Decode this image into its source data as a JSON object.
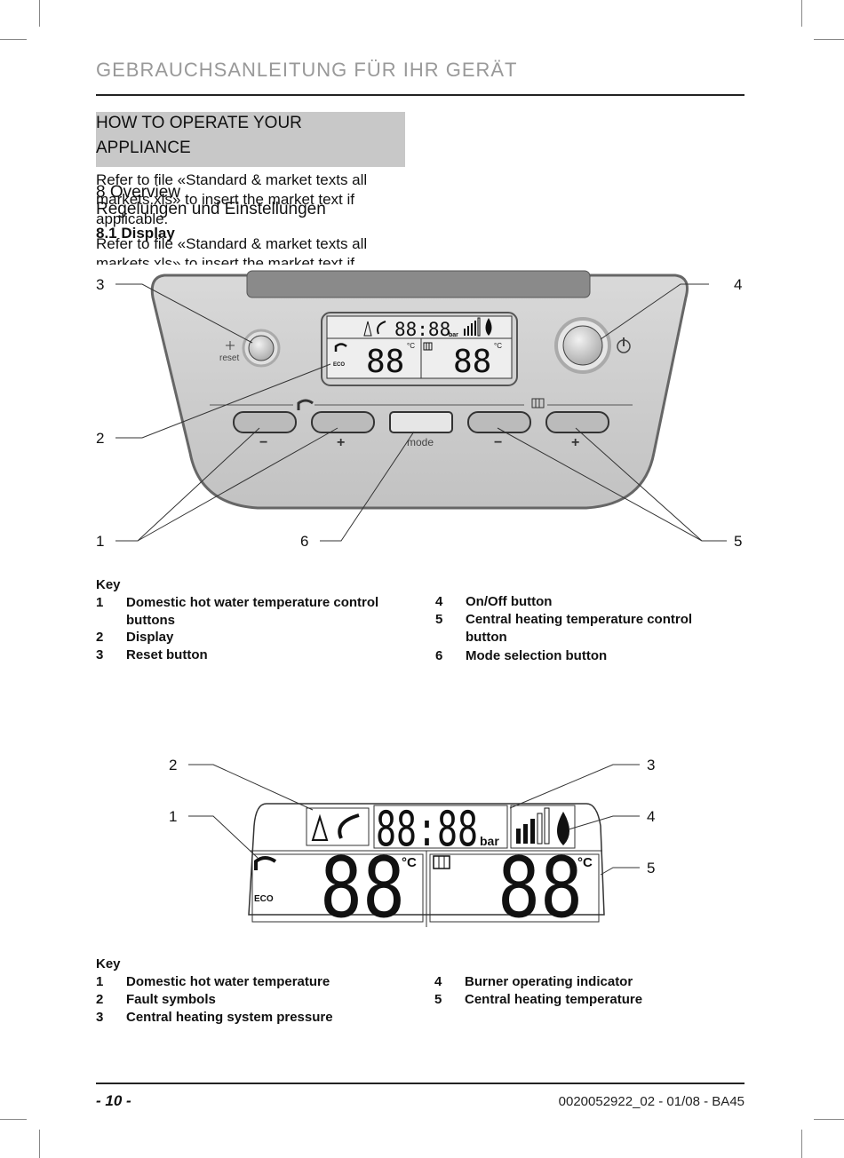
{
  "header": {
    "title": "GEBRAUCHSANLEITUNG FÜR IHR GERÄT"
  },
  "section_box": {
    "line1": "HOW TO OPERATE YOUR",
    "line2": "APPLIANCE"
  },
  "intro": {
    "note1_line1": "Refer to file «Standard & market texts all",
    "note1_line2": "markets.xls» to insert the market text if",
    "note1_line3": "applicable.",
    "heading1": "8   Overview",
    "heading2": "Regelungen und Einstellungen",
    "heading3": "8.1   Display",
    "note2_line1": "Refer to file «Standard & market texts all",
    "note2_line2": "markets.xls» to insert the market text if"
  },
  "panel": {
    "reset_label": "reset",
    "mode_label": "mode",
    "minus": "−",
    "plus": "+",
    "lcd_top": "88:88",
    "lcd_bar": "bar",
    "lcd_left": "88",
    "lcd_right": "88",
    "lcd_deg": "°C",
    "eco": "ECO",
    "callouts": {
      "c1": "1",
      "c2": "2",
      "c3": "3",
      "c4": "4",
      "c5": "5",
      "c6": "6"
    }
  },
  "key1": {
    "title": "Key",
    "left": [
      {
        "num": "1",
        "text": "Domestic hot water temperature control",
        "text2": "buttons"
      },
      {
        "num": "2",
        "text": "Display"
      },
      {
        "num": "3",
        "text": "Reset button"
      }
    ],
    "right": [
      {
        "num": "4",
        "text": "On/Off button"
      },
      {
        "num": "5",
        "text": "Central heating temperature control",
        "text2": "button"
      },
      {
        "num": "6",
        "text": "Mode selection button"
      }
    ]
  },
  "display2": {
    "top_digits": "88:88",
    "bar": "bar",
    "left_digits": "88",
    "right_digits": "88",
    "deg": "°C",
    "eco": "ECO",
    "callouts": {
      "c1": "1",
      "c2": "2",
      "c3": "3",
      "c4": "4",
      "c5": "5"
    }
  },
  "key2": {
    "title": "Key",
    "left": [
      {
        "num": "1",
        "text": "Domestic hot water temperature"
      },
      {
        "num": "2",
        "text": "Fault symbols"
      },
      {
        "num": "3",
        "text": "Central heating system pressure"
      }
    ],
    "right": [
      {
        "num": "4",
        "text": "Burner operating indicator"
      },
      {
        "num": "5",
        "text": "Central heating temperature"
      }
    ]
  },
  "footer": {
    "page": "- 10 -",
    "doc_code": "0020052922_02 - 01/08 - BA45"
  }
}
